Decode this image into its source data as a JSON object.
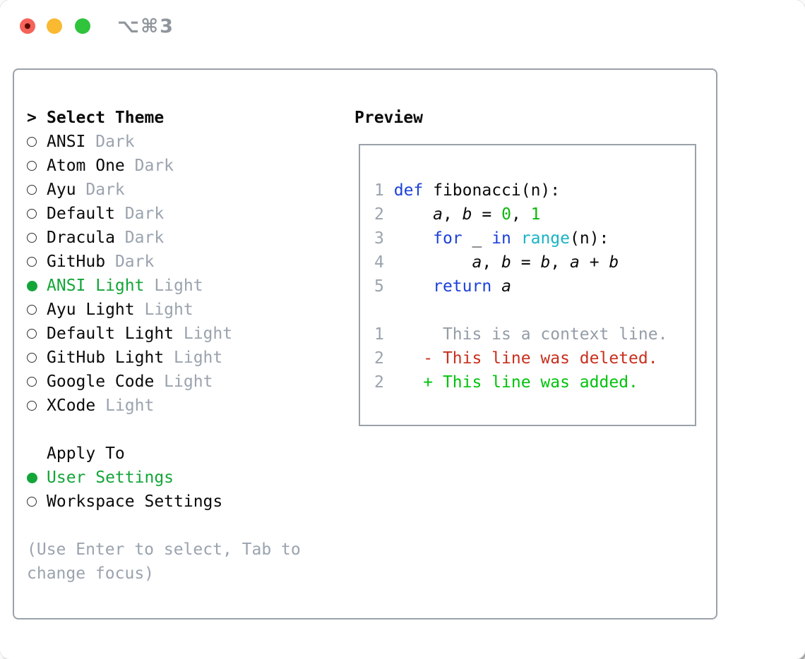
{
  "window": {
    "title": "⌥⌘3"
  },
  "colors": {
    "text": "#0a0a0a",
    "secondary_gray": "#9aa3ae",
    "selection_green": "#13a538",
    "keyword_blue": "#1b41d8",
    "function_cyan": "#18b3c4",
    "number_green": "#0db60d",
    "added_green": "#00c30b",
    "deleted_red": "#c82f1d",
    "context_gray": "#949da7",
    "line_number_gray": "#9aa3ae",
    "border_gray": "#9ba1a9",
    "title_gray": "#8f959c",
    "traffic_red": "#f4625a",
    "traffic_red_dot": "#5c0b02",
    "traffic_yellow": "#f9ba32",
    "traffic_green": "#30c33c"
  },
  "theme_panel": {
    "marker": ">",
    "header": "Select Theme",
    "items": [
      {
        "name": "ANSI",
        "variant": "Dark",
        "selected": false
      },
      {
        "name": "Atom One",
        "variant": "Dark",
        "selected": false
      },
      {
        "name": "Ayu",
        "variant": "Dark",
        "selected": false
      },
      {
        "name": "Default",
        "variant": "Dark",
        "selected": false
      },
      {
        "name": "Dracula",
        "variant": "Dark",
        "selected": false
      },
      {
        "name": "GitHub",
        "variant": "Dark",
        "selected": false
      },
      {
        "name": "ANSI Light",
        "variant": "Light",
        "selected": true
      },
      {
        "name": "Ayu Light",
        "variant": "Light",
        "selected": false
      },
      {
        "name": "Default Light",
        "variant": "Light",
        "selected": false
      },
      {
        "name": "GitHub Light",
        "variant": "Light",
        "selected": false
      },
      {
        "name": "Google Code",
        "variant": "Light",
        "selected": false
      },
      {
        "name": "XCode",
        "variant": "Light",
        "selected": false
      }
    ]
  },
  "apply_panel": {
    "header": "Apply To",
    "items": [
      {
        "name": "User Settings",
        "selected": true
      },
      {
        "name": "Workspace Settings",
        "selected": false
      }
    ]
  },
  "hint": {
    "lines": [
      "(Use Enter to select, Tab to",
      "change focus)"
    ]
  },
  "preview": {
    "header": "Preview",
    "lines": [
      {
        "ln": "1",
        "tokens": [
          {
            "c": "plain",
            "t": " "
          },
          {
            "c": "kw",
            "t": "def"
          },
          {
            "c": "plain",
            "t": " fibonacci(n):"
          }
        ]
      },
      {
        "ln": "2",
        "tokens": [
          {
            "c": "plain",
            "t": "     "
          },
          {
            "c": "var",
            "t": "a"
          },
          {
            "c": "plain",
            "t": ", "
          },
          {
            "c": "var",
            "t": "b"
          },
          {
            "c": "plain",
            "t": " = "
          },
          {
            "c": "num",
            "t": "0"
          },
          {
            "c": "plain",
            "t": ", "
          },
          {
            "c": "num",
            "t": "1"
          }
        ]
      },
      {
        "ln": "3",
        "tokens": [
          {
            "c": "plain",
            "t": "     "
          },
          {
            "c": "kw",
            "t": "for"
          },
          {
            "c": "plain",
            "t": " _ "
          },
          {
            "c": "kw",
            "t": "in"
          },
          {
            "c": "plain",
            "t": " "
          },
          {
            "c": "fn",
            "t": "range"
          },
          {
            "c": "plain",
            "t": "(n):"
          }
        ]
      },
      {
        "ln": "4",
        "tokens": [
          {
            "c": "plain",
            "t": "         "
          },
          {
            "c": "var",
            "t": "a"
          },
          {
            "c": "plain",
            "t": ", "
          },
          {
            "c": "var",
            "t": "b"
          },
          {
            "c": "plain",
            "t": " = "
          },
          {
            "c": "var",
            "t": "b"
          },
          {
            "c": "plain",
            "t": ", "
          },
          {
            "c": "var",
            "t": "a"
          },
          {
            "c": "plain",
            "t": " + "
          },
          {
            "c": "var",
            "t": "b"
          }
        ]
      },
      {
        "ln": "5",
        "tokens": [
          {
            "c": "plain",
            "t": "     "
          },
          {
            "c": "kw",
            "t": "return"
          },
          {
            "c": "plain",
            "t": " "
          },
          {
            "c": "var",
            "t": "a"
          }
        ]
      },
      {
        "ln": "",
        "tokens": []
      },
      {
        "ln": "1",
        "tokens": [
          {
            "c": "ctx",
            "t": "      This is a context line."
          }
        ]
      },
      {
        "ln": "2",
        "tokens": [
          {
            "c": "plain",
            "t": "    "
          },
          {
            "c": "del",
            "t": "- This line was deleted."
          }
        ]
      },
      {
        "ln": "2",
        "tokens": [
          {
            "c": "plain",
            "t": "    "
          },
          {
            "c": "add",
            "t": "+ This line was added."
          }
        ]
      }
    ]
  }
}
